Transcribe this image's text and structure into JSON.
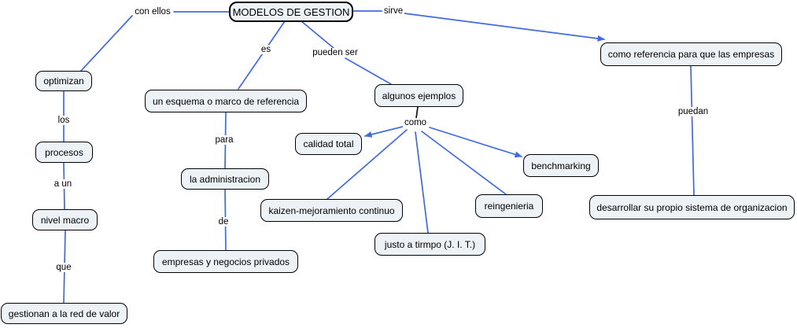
{
  "diagram": {
    "nodes": {
      "modelos": "MODELOS DE GESTION",
      "optimizan": "optimizan",
      "procesos": "procesos",
      "nivel_macro": "nivel macro",
      "gestionan": "gestionan a la red de valor",
      "esquema": "un esquema o marco de referencia",
      "administracion": "la administracion",
      "empresas": "empresas y negocios privados",
      "ejemplos": "algunos ejemplos",
      "calidad": "calidad total",
      "kaizen": "kaizen-mejoramiento continuo",
      "justo": "justo a tirmpo  (J. I. T.)",
      "reingenieria": "reingenieria",
      "benchmarking": "benchmarking",
      "referencia": "como referencia para que las empresas",
      "desarrollar": "desarrollar su propio sistema de organizacion"
    },
    "link_labels": {
      "con_ellos": "con ellos",
      "sirve": "sirve",
      "es": "es",
      "pueden_ser": "pueden ser",
      "los": "los",
      "a_un": "a un",
      "que": "que",
      "para": "para",
      "de": "de",
      "como": "como",
      "puedan": "puedan"
    },
    "colors": {
      "connector": "#4169e1",
      "connector_dark": "#111111",
      "node_fill": "#edf2f6",
      "node_border": "#000000"
    }
  }
}
